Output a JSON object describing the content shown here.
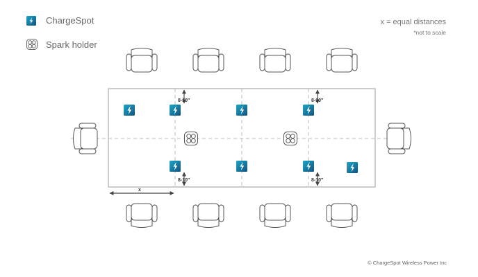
{
  "legend": {
    "chargespot_label": "ChargeSpot",
    "spark_holder_label": "Spark holder",
    "chargespot_icon": "lightning-bolt-icon",
    "spark_holder_icon": "four-circle-holder-icon"
  },
  "notes": {
    "equal_distances": "x  =  equal distances",
    "not_to_scale": "*not to scale"
  },
  "dimensions": {
    "gap_label": "8-10\"",
    "x_label": "x"
  },
  "copyright": "© ChargeSpot Wireless Power Inc",
  "colors": {
    "chargespot_top": "#1aa6c8",
    "chargespot_bottom": "#14527f",
    "table_outline": "#aaaaaa",
    "guide_lines": "#bbbbbb",
    "chair_outline": "#555555"
  }
}
